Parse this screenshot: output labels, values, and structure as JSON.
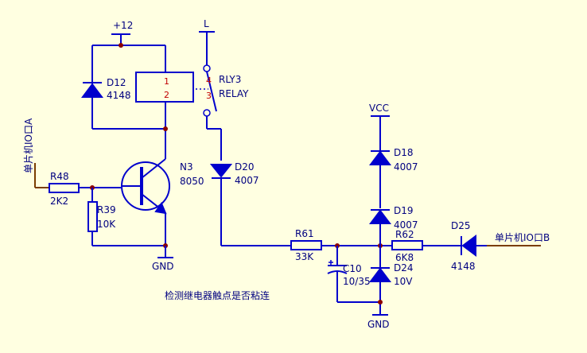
{
  "nets": {
    "v12": "+12",
    "l": "L",
    "vcc": "VCC",
    "gnd1": "GND",
    "gnd2": "GND"
  },
  "relay": {
    "ref": "RLY3",
    "type": "RELAY",
    "coil_pin1": "1",
    "coil_pin2": "2",
    "contact_pin4": "4",
    "contact_pin3": "3"
  },
  "components": {
    "d12": {
      "ref": "D12",
      "value": "4148"
    },
    "n3": {
      "ref": "N3",
      "value": "8050"
    },
    "r48": {
      "ref": "R48",
      "value": "2K2"
    },
    "r39": {
      "ref": "R39",
      "value": "10K"
    },
    "d20": {
      "ref": "D20",
      "value": "4007"
    },
    "d18": {
      "ref": "D18",
      "value": "4007"
    },
    "d19": {
      "ref": "D19",
      "value": "4007"
    },
    "r61": {
      "ref": "R61",
      "value": "33K"
    },
    "c10": {
      "ref": "C10",
      "value": "10/35"
    },
    "r62": {
      "ref": "R62",
      "value": "6K8"
    },
    "d24": {
      "ref": "D24",
      "value": "10V"
    },
    "d25": {
      "ref": "D25",
      "value": "4148"
    }
  },
  "ports": {
    "io_a": "单片机IO口A",
    "io_b": "单片机IO口B"
  },
  "caption": "检测继电器触点是否粘连",
  "colors": {
    "background": "#FFFFE1",
    "wire": "#0000CC",
    "text": "#000080",
    "pin_number": "#C00000",
    "junction": "#8B0000",
    "port_line": "#7A3D00"
  }
}
